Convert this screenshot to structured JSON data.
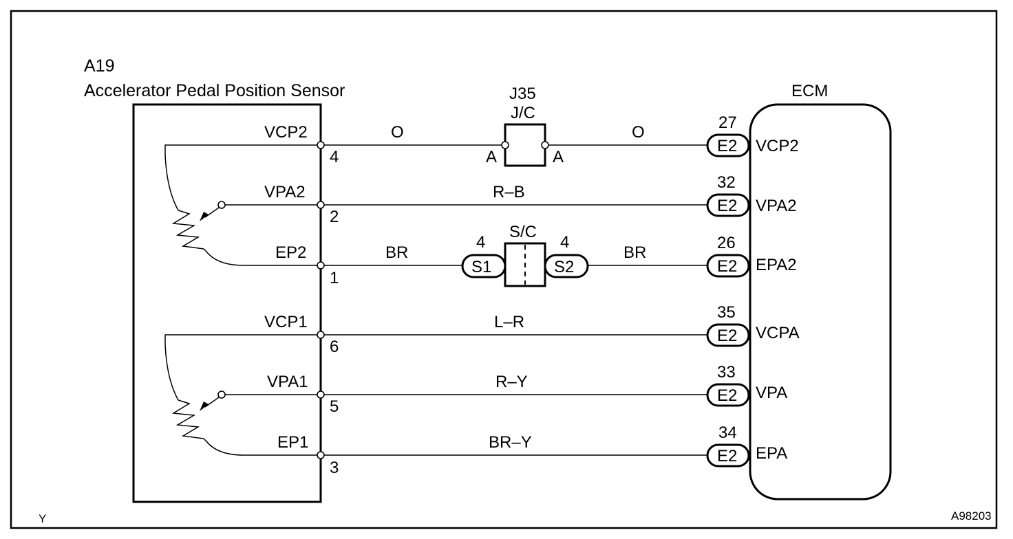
{
  "sensor": {
    "code": "A19",
    "name": "Accelerator Pedal Position Sensor"
  },
  "junction_connector": {
    "code": "J35",
    "name": "J/C",
    "pin_left": "A",
    "pin_right": "A"
  },
  "shorting_connector": {
    "name": "S/C",
    "left_pin_number": "4",
    "left_label": "S1",
    "right_pin_number": "4",
    "right_label": "S2"
  },
  "ecm": {
    "name": "ECM"
  },
  "circuits": [
    {
      "sensor_terminal": "VCP2",
      "sensor_pin": "4",
      "wire_color_left": "O",
      "wire_color_right": "O",
      "ecm_connector": "E2",
      "ecm_pin": "27",
      "ecm_terminal": "VCP2"
    },
    {
      "sensor_terminal": "VPA2",
      "sensor_pin": "2",
      "wire_color": "R–B",
      "ecm_connector": "E2",
      "ecm_pin": "32",
      "ecm_terminal": "VPA2"
    },
    {
      "sensor_terminal": "EP2",
      "sensor_pin": "1",
      "wire_color_left": "BR",
      "wire_color_right": "BR",
      "ecm_connector": "E2",
      "ecm_pin": "26",
      "ecm_terminal": "EPA2"
    },
    {
      "sensor_terminal": "VCP1",
      "sensor_pin": "6",
      "wire_color": "L–R",
      "ecm_connector": "E2",
      "ecm_pin": "35",
      "ecm_terminal": "VCPA"
    },
    {
      "sensor_terminal": "VPA1",
      "sensor_pin": "5",
      "wire_color": "R–Y",
      "ecm_connector": "E2",
      "ecm_pin": "33",
      "ecm_terminal": "VPA"
    },
    {
      "sensor_terminal": "EP1",
      "sensor_pin": "3",
      "wire_color": "BR–Y",
      "ecm_connector": "E2",
      "ecm_pin": "34",
      "ecm_terminal": "EPA"
    }
  ],
  "footer": {
    "left_mark": "Y",
    "figure_code": "A98203"
  }
}
